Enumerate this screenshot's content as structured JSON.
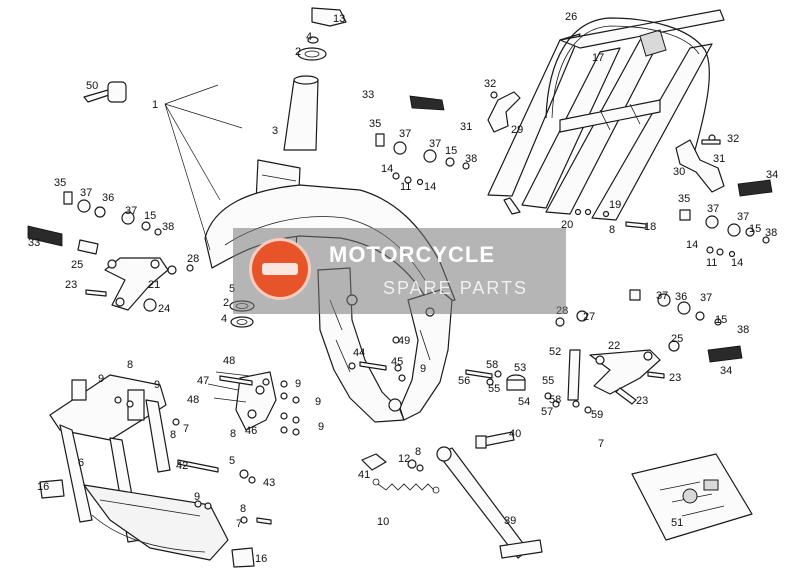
{
  "watermark": {
    "line1": "MOTORCYCLE",
    "line2": "SPARE PARTS"
  },
  "callouts": [
    "1",
    "2",
    "3",
    "4",
    "5",
    "6",
    "7",
    "8",
    "9",
    "10",
    "11",
    "12",
    "13",
    "14",
    "15",
    "16",
    "17",
    "18",
    "19",
    "20",
    "21",
    "22",
    "23",
    "24",
    "25",
    "26",
    "27",
    "28",
    "29",
    "30",
    "31",
    "32",
    "33",
    "34",
    "35",
    "36",
    "37",
    "38",
    "39",
    "40",
    "41",
    "42",
    "43",
    "44",
    "45",
    "46",
    "47",
    "48",
    "49",
    "50",
    "51",
    "52",
    "53",
    "54",
    "55",
    "56",
    "57",
    "58",
    "59"
  ]
}
